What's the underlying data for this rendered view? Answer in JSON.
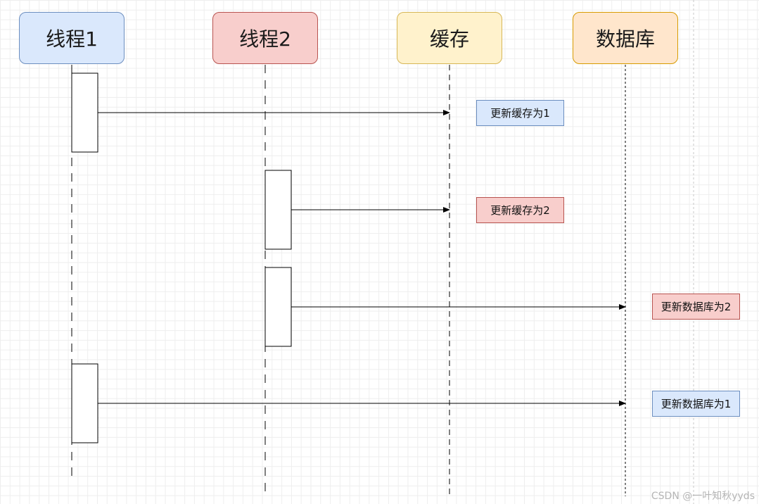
{
  "participants": [
    {
      "label": "线程1"
    },
    {
      "label": "线程2"
    },
    {
      "label": "缓存"
    },
    {
      "label": "数据库"
    }
  ],
  "notes": [
    {
      "text": "更新缓存为1",
      "fill": "#dae8fc"
    },
    {
      "text": "更新缓存为2",
      "fill": "#f8cecc"
    },
    {
      "text": "更新数据库为2",
      "fill": "#f8cecc"
    },
    {
      "text": "更新数据库为1",
      "fill": "#dae8fc"
    }
  ],
  "watermark": "CSDN @一叶知秋yyds"
}
